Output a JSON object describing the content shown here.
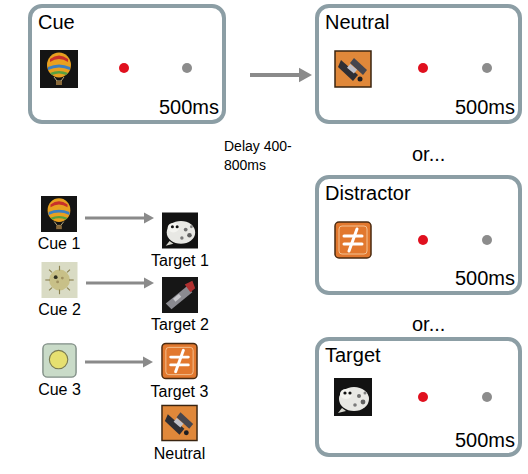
{
  "diagram": {
    "nodes": [
      {
        "text": [
          "Cue",
          "500ms"
        ]
      },
      {
        "text": [
          "Neutral",
          "500ms"
        ]
      },
      {
        "text": [
          "Distractor",
          "500ms"
        ]
      },
      {
        "text": [
          "Target",
          "500ms"
        ]
      },
      {
        "text": [
          "Cue 1"
        ]
      },
      {
        "text": [
          "Target 1"
        ]
      },
      {
        "text": [
          "Cue 2"
        ]
      },
      {
        "text": [
          "Target 2"
        ]
      },
      {
        "text": [
          "Cue 3"
        ]
      },
      {
        "text": [
          "Target 3"
        ]
      },
      {
        "text": [
          "Neutral"
        ]
      }
    ],
    "edges": [
      {
        "from": 0,
        "to": 1,
        "arrow": "to",
        "label": "Delay 400-800ms"
      },
      {
        "from": 4,
        "to": 5,
        "arrow": "to"
      },
      {
        "from": 6,
        "to": 7,
        "arrow": "to"
      },
      {
        "from": 8,
        "to": 9,
        "arrow": "to"
      }
    ],
    "labels": [
      "or...",
      "or..."
    ]
  }
}
